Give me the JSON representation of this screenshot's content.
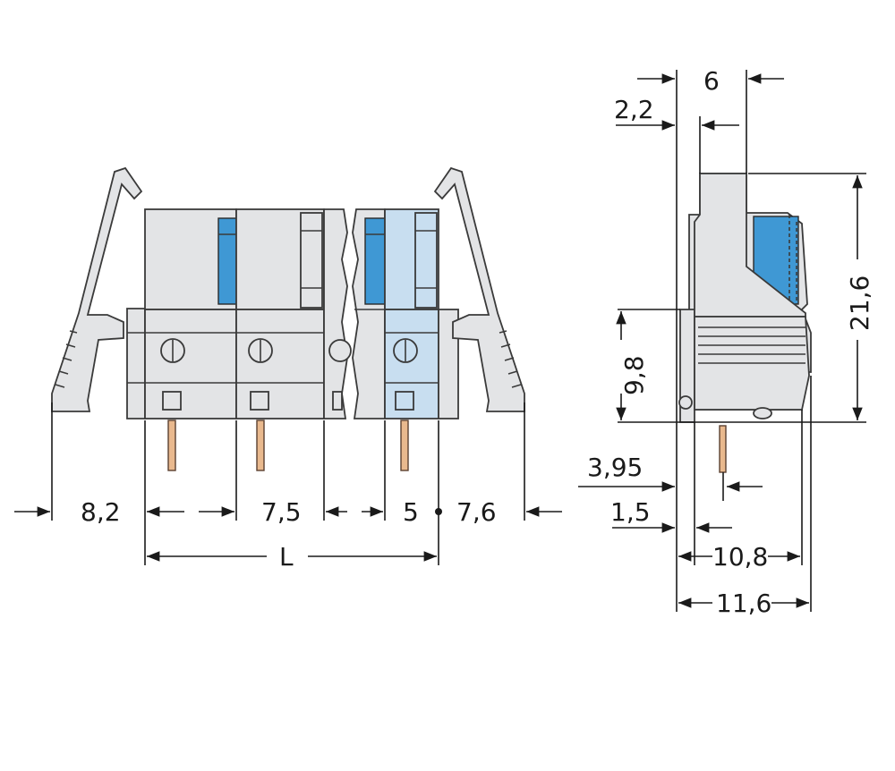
{
  "dimensions": {
    "left_overhang": "8,2",
    "pitch": "7,5",
    "last_pitch": "5",
    "right_overhang": "7,6",
    "overall_length": "L",
    "side_top_offset": "2,2",
    "side_top_width": "6",
    "height_total": "21,6",
    "height_lower": "9,8",
    "pin_offset": "3,95",
    "pin_stub": "1,5",
    "depth_inner": "10,8",
    "depth_outer": "11,6"
  },
  "colors": {
    "housing": "#e3e4e6",
    "actuator": "#3f98d4",
    "highlight_pole": "#c8def0",
    "pin": "#e9b98e",
    "line": "#1a1a1a"
  }
}
